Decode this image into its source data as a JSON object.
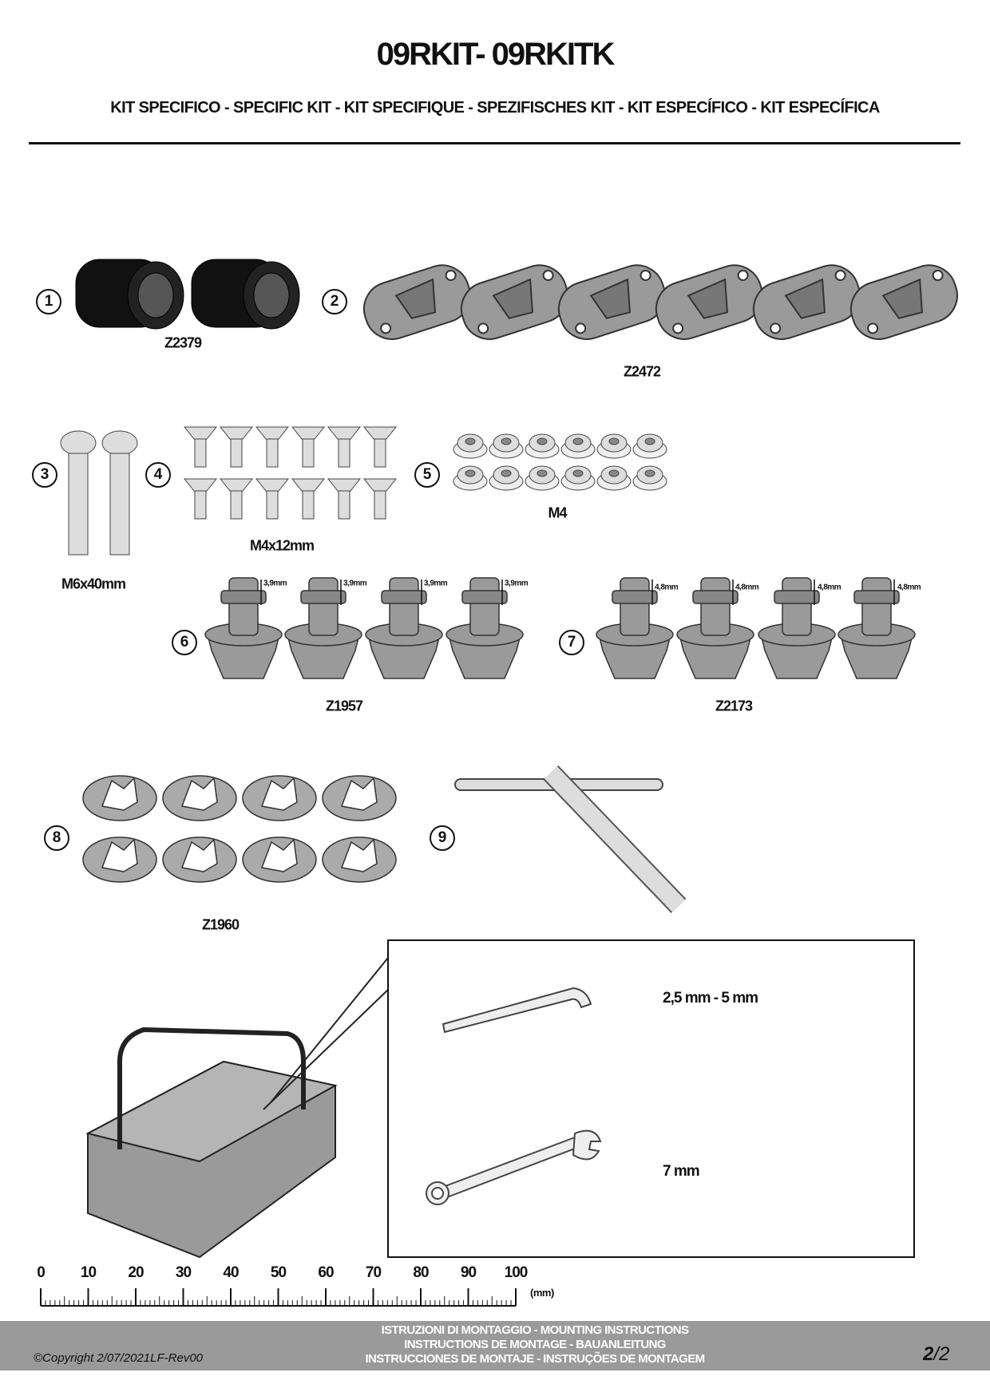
{
  "header": {
    "title": "09RKIT- 09RKITK",
    "subtitle": "KIT SPECIFICO - SPECIFIC KIT - KIT SPECIFIQUE - SPEZIFISCHES KIT - KIT ESPECÍFICO - KIT ESPECÍFICA"
  },
  "items": [
    {
      "number": "1",
      "code": "Z2379"
    },
    {
      "number": "2",
      "code": "Z2472"
    },
    {
      "number": "3",
      "code": "M6x40mm"
    },
    {
      "number": "4",
      "code": "M4x12mm"
    },
    {
      "number": "5",
      "code": "M4"
    },
    {
      "number": "6",
      "code": "Z1957",
      "dimension": "3,9mm"
    },
    {
      "number": "7",
      "code": "Z2173",
      "dimension": "4,8mm"
    },
    {
      "number": "8",
      "code": "Z1960"
    },
    {
      "number": "9"
    }
  ],
  "tools": {
    "allen_key": "2,5 mm - 5 mm",
    "wrench": "7 mm"
  },
  "ruler": {
    "ticks": [
      "0",
      "10",
      "20",
      "30",
      "40",
      "50",
      "60",
      "70",
      "80",
      "90",
      "100"
    ],
    "unit": "(mm)"
  },
  "footer": {
    "copyright": "©Copyright 2/07/2021LF-Rev00",
    "line1": "ISTRUZIONI DI MONTAGGIO  -  MOUNTING INSTRUCTIONS",
    "line2": "INSTRUCTIONS DE MONTAGE - BAUANLEITUNG",
    "line3": "INSTRUCCIONES DE MONTAJE - INSTRUÇÕES DE MONTAGEM",
    "page_current": "2",
    "page_total": "/2"
  },
  "colors": {
    "part_gray": "#9a9a9a",
    "dark_part": "#111111",
    "footer_bg": "#9a9a9a"
  }
}
